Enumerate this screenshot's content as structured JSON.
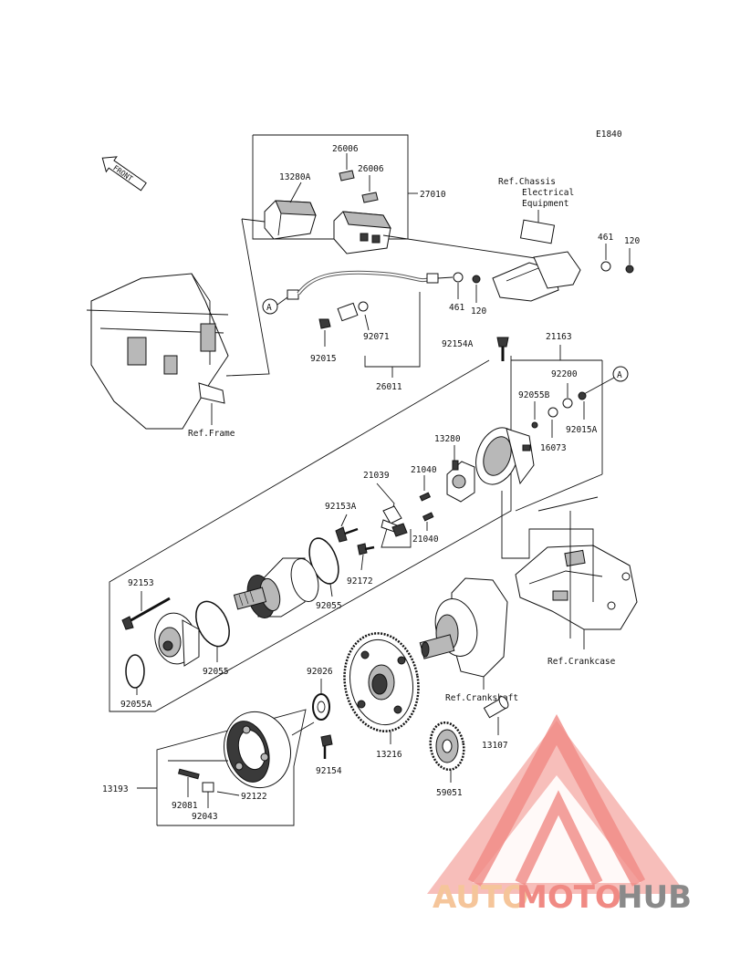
{
  "diagram": {
    "code": "E1840",
    "front_label": "FRONT",
    "callout_marker": "A",
    "part_numbers": {
      "p26006a": "26006",
      "p26006b": "26006",
      "p13280a": "13280A",
      "p27010": "27010",
      "p461a": "461",
      "p120a": "120",
      "p461b": "461",
      "p120b": "120",
      "p92015": "92015",
      "p92071": "92071",
      "p26011": "26011",
      "p92154a": "92154A",
      "p21163": "21163",
      "p92200": "92200",
      "p92055b": "92055B",
      "p16073": "16073",
      "p92015a": "92015A",
      "p13280": "13280",
      "p21039": "21039",
      "p21040a": "21040",
      "p21040b": "21040",
      "p92153a": "92153A",
      "p92172": "92172",
      "p92153": "92153",
      "p92055a_ring": "92055",
      "p92055_ring2": "92055",
      "p92055a": "92055A",
      "p92026": "92026",
      "p13216": "13216",
      "p92154": "92154",
      "p13107": "13107",
      "p59051": "59051",
      "p13193": "13193",
      "p92081": "92081",
      "p92122": "92122",
      "p92043": "92043"
    },
    "references": {
      "chassis_1": "Ref.Chassis",
      "chassis_2": "Electrical",
      "chassis_3": "Equipment",
      "frame": "Ref.Frame",
      "crankcase": "Ref.Crankcase",
      "crankshaft": "Ref.Crankshaft"
    }
  },
  "watermark": {
    "part1": "AUTO",
    "part2": "MOTO",
    "part3": "HUB",
    "color_light": "#f5c59a",
    "color_red": "#f08a84",
    "color_gray": "#8a8a8a"
  }
}
